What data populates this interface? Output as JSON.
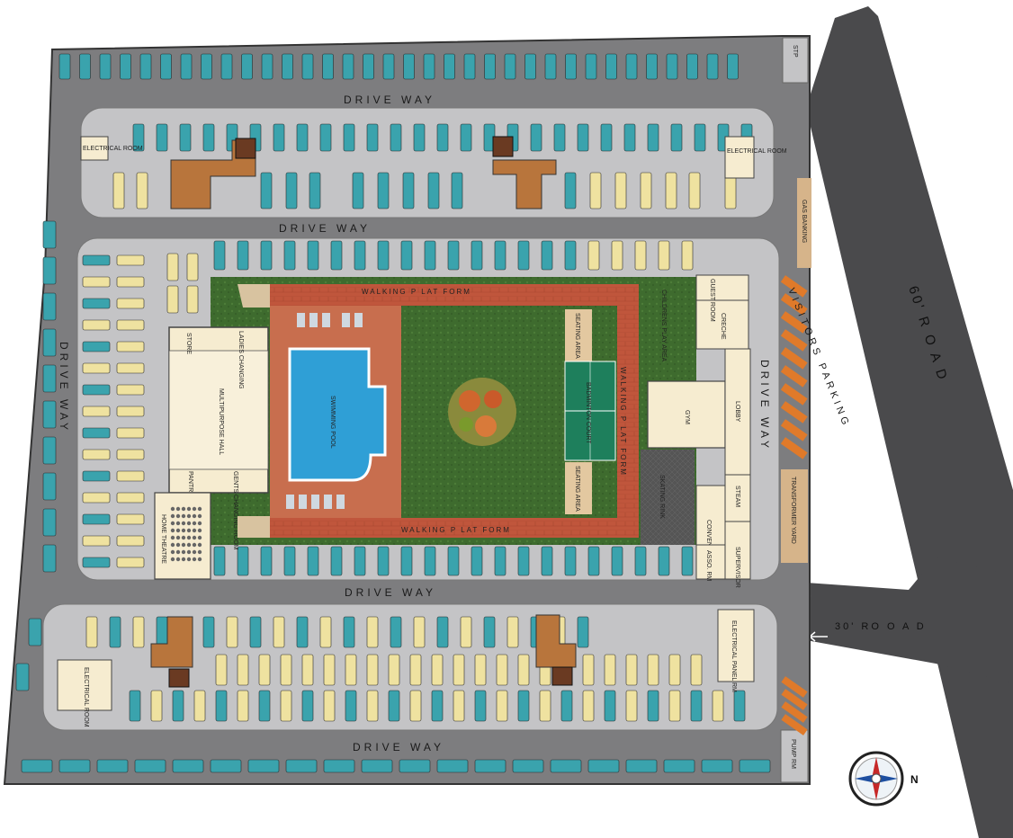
{
  "labels": {
    "drive_way": "DRIVE WAY",
    "road_60": "60' R O A D",
    "road_30": "30' RO O A D",
    "walking_platform": "WALKING P LAT FORM",
    "swimming_pool": "SWIMMING POOL",
    "badminton_court": "BADMINTON COURT",
    "seating_area": "SEATING AREA",
    "multipurpose_hall": "MULTIPURPOSE HALL",
    "home_theatre": "HOME THEATRE",
    "store": "STORE",
    "pantry": "PANTRY",
    "ladies_changing": "LADIES CHANGING",
    "gents_changing": "GENTS CHANGING ROOM",
    "childrens_play": "CHILDRENS PLAY AREA",
    "gym": "GYM",
    "lobby": "LOBBY",
    "creche": "CRECHE",
    "guest_room": "GUEST ROOM",
    "steam": "STEAM",
    "skating_rink": "SKATING RINK",
    "convenient": "CONVENIENT",
    "supervisor": "SUPERVISOR",
    "asso_rm": "ASSO. RM",
    "visitors_parking": "VISITORS PARKING",
    "gas_banking": "GAS BANKING",
    "transformer_yard": "TRANSFORMER YARD",
    "pump_rm": "PUMP RM",
    "stp": "STP",
    "electrical_room": "ELECTRICAL ROOM",
    "electrical_panel_rm": "ELECTRICAL PANEL RM",
    "compass_n": "N"
  },
  "colors": {
    "background": "#ffffff",
    "site_outline": "#3a3a3a",
    "driveway": "#7d7d7f",
    "parking_lot": "#c4c4c6",
    "road": "#4a4a4c",
    "lawn": "#3e6b2e",
    "platform": "#b8523a",
    "pool_water": "#2f9fd6",
    "court": "#1e7f5c",
    "car_teal": "#3aa3ad",
    "car_cream": "#efe2a0",
    "visitor_car": "#e07a2a",
    "clubhouse": "#f6ecd0",
    "skating": "#5a5a5a",
    "stair": "#b8753c"
  }
}
